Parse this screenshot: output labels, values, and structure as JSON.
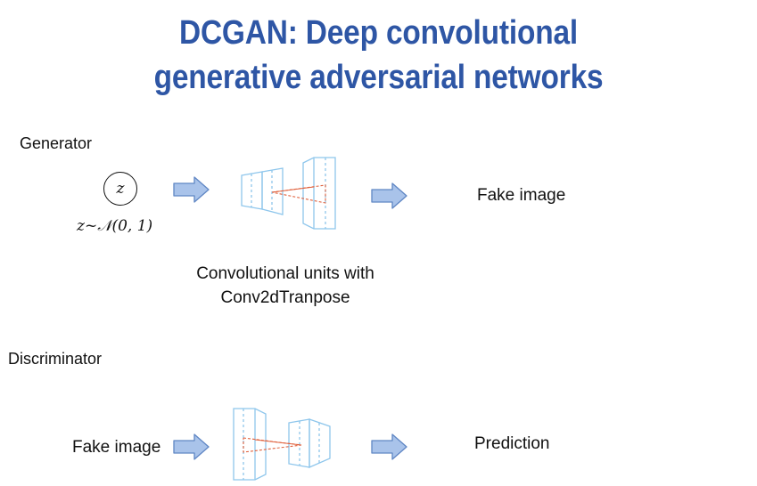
{
  "title": {
    "line1": "DCGAN: Deep convolutional",
    "line2": "generative adversarial networks"
  },
  "generator": {
    "label": "Generator",
    "latent_symbol": "z",
    "latent_formula": "z~𝒩(0, 1)",
    "caption_line1": "Convolutional units with",
    "caption_line2": "Conv2dTranpose",
    "output": "Fake image"
  },
  "discriminator": {
    "label": "Discriminator",
    "input": "Fake image",
    "output": "Prediction"
  },
  "colors": {
    "title": "#2e56a5",
    "arrow_fill": "#a9c3ea",
    "arrow_stroke": "#5f86c4",
    "layer_stroke": "#8ec6ec",
    "kernel_stroke": "#e0623e"
  }
}
